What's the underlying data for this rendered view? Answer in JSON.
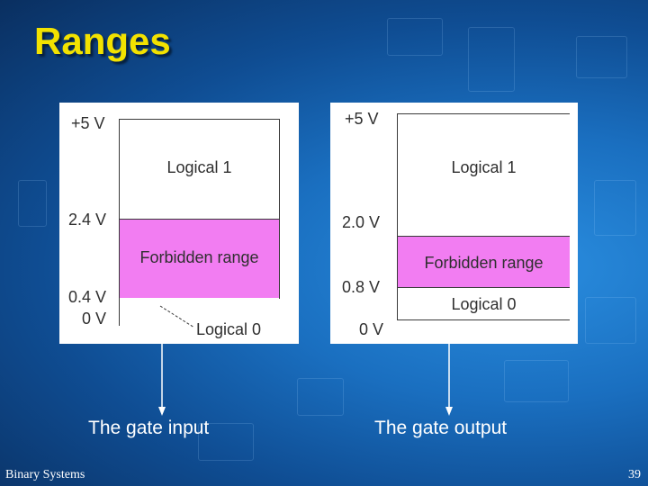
{
  "title": "Ranges",
  "input_panel": {
    "plus5": "+5 V",
    "v24": "2.4 V",
    "v04": "0.4 V",
    "v0": "0 V",
    "logical1": "Logical 1",
    "forbidden": "Forbidden range",
    "logical0": "Logical 0"
  },
  "output_panel": {
    "plus5": "+5 V",
    "v20": "2.0 V",
    "v08": "0.8 V",
    "v0": "0 V",
    "logical1": "Logical 1",
    "forbidden": "Forbidden range",
    "logical0": "Logical 0"
  },
  "captions": {
    "input": "The gate input",
    "output": "The gate output"
  },
  "footer": {
    "left": "Binary Systems",
    "page": "39"
  },
  "colors": {
    "background": "#1a6fc0",
    "title": "#f2e200",
    "forbidden": "#f27df2"
  }
}
